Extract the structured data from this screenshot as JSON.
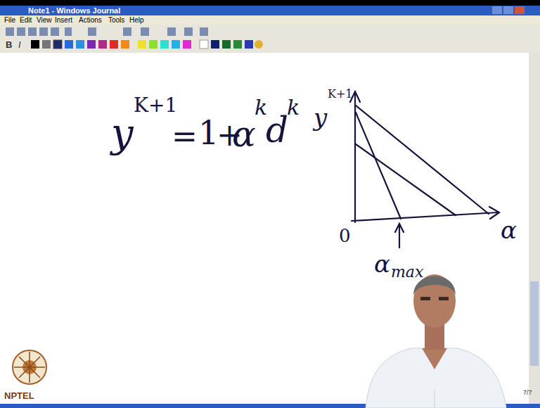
{
  "diagram": {
    "labels": [
      "Note1 - Windows Journal",
      "File",
      "Edit",
      "View",
      "Insert",
      "Actions",
      "Tools",
      "Help",
      "B",
      "I",
      "y",
      "K+1",
      "=",
      "1",
      "+",
      "α",
      "k",
      "d",
      "k",
      "y",
      "K+1",
      "α",
      "0",
      "α",
      "max",
      "NPTEL",
      "7/7"
    ]
  }
}
